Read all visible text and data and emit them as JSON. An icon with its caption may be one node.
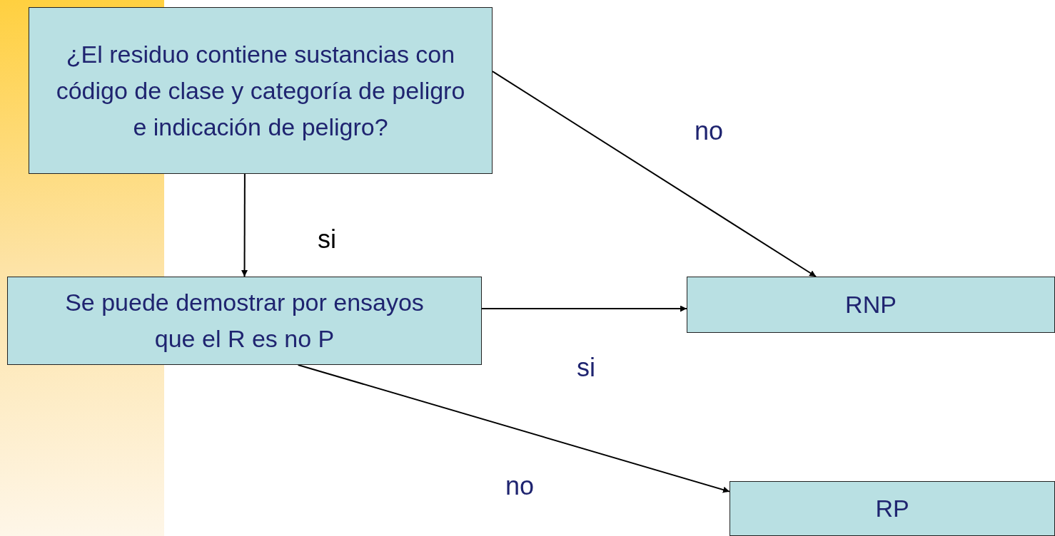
{
  "diagram": {
    "nodes": [
      {
        "text": [
          "¿El residuo contiene sustancias con código de clase y categoría de peligro e indicación de peligro?"
        ]
      },
      {
        "text": [
          "Se puede demostrar por ensayos que el R es no P"
        ]
      },
      {
        "text": [
          "RNP"
        ]
      },
      {
        "text": [
          "RP"
        ]
      }
    ],
    "edges": [
      {
        "from": 0,
        "to": 1,
        "arrow": "to",
        "label": "si"
      },
      {
        "from": 0,
        "to": 2,
        "arrow": "to",
        "label": "no"
      },
      {
        "from": 1,
        "to": 2,
        "arrow": "to",
        "label": "si"
      },
      {
        "from": 1,
        "to": 3,
        "arrow": "to",
        "label": "no"
      }
    ]
  }
}
